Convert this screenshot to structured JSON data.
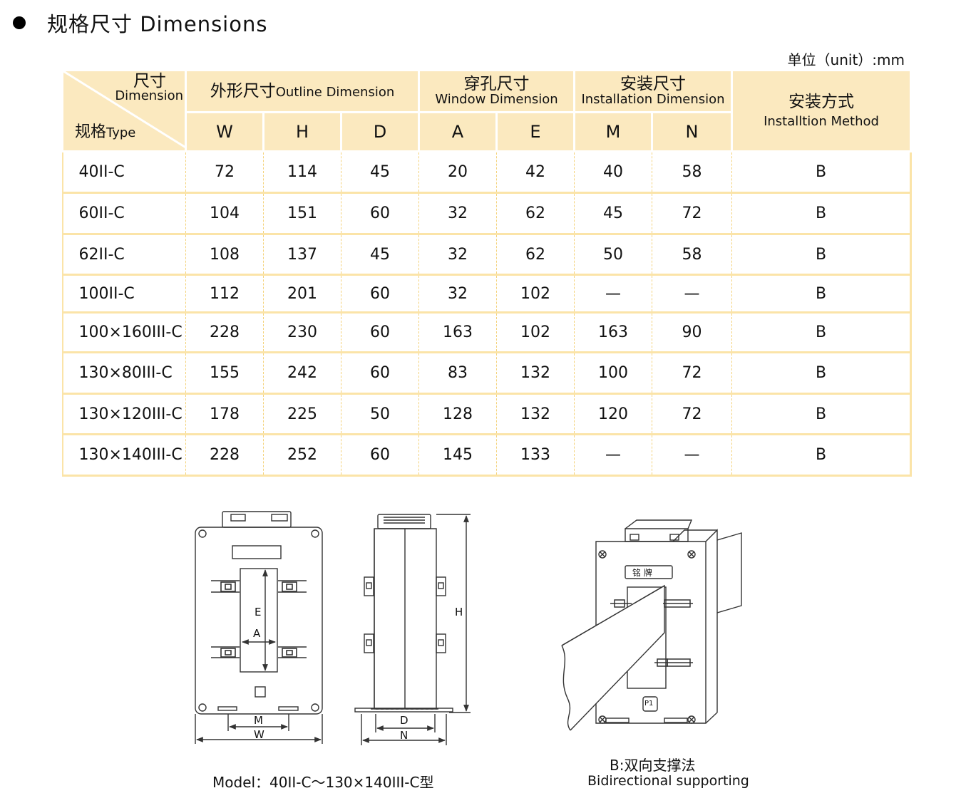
{
  "title": "规格尺寸  Dimensions",
  "unit": "单位（unit）:mm",
  "table": {
    "corner_top_zh": "尺寸",
    "corner_top_en": "Dimension",
    "corner_bottom_zh": "规格",
    "corner_bottom_en": "Type",
    "groups": {
      "outline_zh": "外形尺寸",
      "outline_en": "Outline Dimension",
      "window_zh": "穿孔尺寸",
      "window_en": "Window Dimension",
      "install_zh": "安装尺寸",
      "install_en": "Installation Dimension",
      "method_zh": "安装方式",
      "method_en": "Installtion Method"
    },
    "columns": [
      "W",
      "H",
      "D",
      "A",
      "E",
      "M",
      "N"
    ],
    "rows": [
      {
        "type": "40II-C",
        "W": "72",
        "H": "114",
        "D": "45",
        "A": "20",
        "E": "42",
        "M": "40",
        "N": "58",
        "method": "B"
      },
      {
        "type": "60II-C",
        "W": "104",
        "H": "151",
        "D": "60",
        "A": "32",
        "E": "62",
        "M": "45",
        "N": "72",
        "method": "B"
      },
      {
        "type": "62II-C",
        "W": "108",
        "H": "137",
        "D": "45",
        "A": "32",
        "E": "62",
        "M": "50",
        "N": "58",
        "method": "B"
      },
      {
        "type": "100II-C",
        "W": "112",
        "H": "201",
        "D": "60",
        "A": "32",
        "E": "102",
        "M": "—",
        "N": "—",
        "method": "B"
      },
      {
        "type": "100×160III-C",
        "W": "228",
        "H": "230",
        "D": "60",
        "A": "163",
        "E": "102",
        "M": "163",
        "N": "90",
        "method": "B"
      },
      {
        "type": "130×80III-C",
        "W": "155",
        "H": "242",
        "D": "60",
        "A": "83",
        "E": "132",
        "M": "100",
        "N": "72",
        "method": "B"
      },
      {
        "type": "130×120III-C",
        "W": "178",
        "H": "225",
        "D": "50",
        "A": "128",
        "E": "132",
        "M": "120",
        "N": "72",
        "method": "B"
      },
      {
        "type": "130×140III-C",
        "W": "228",
        "H": "252",
        "D": "60",
        "A": "145",
        "E": "133",
        "M": "—",
        "N": "—",
        "method": "B"
      }
    ]
  },
  "figures": {
    "front_labels": {
      "E": "E",
      "A": "A",
      "M": "M",
      "W": "W"
    },
    "side_labels": {
      "H": "H",
      "D": "D",
      "N": "N"
    },
    "nameplate": "铭    牌",
    "terminal": "P1",
    "caption_left": "Model：40II-C～130×140III-C型",
    "caption_right_zh": "B:双向支撑法",
    "caption_right_en": "Bidirectional supporting"
  },
  "colors": {
    "header_bg": "#fbe9bf",
    "grid_line": "#fbe4a8"
  }
}
